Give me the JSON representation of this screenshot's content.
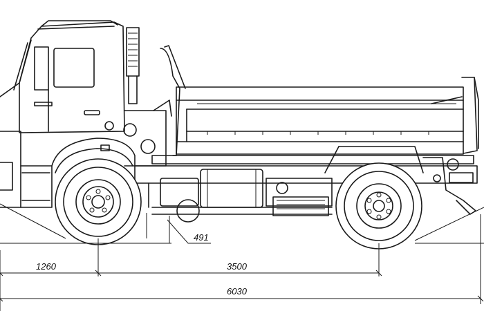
{
  "dimensions": {
    "ground_clearance": "491",
    "front_overhang": "1260",
    "wheelbase": "3500",
    "overall_length": "6030"
  },
  "colors": {
    "line": "#1a1a1a",
    "background": "#ffffff"
  }
}
